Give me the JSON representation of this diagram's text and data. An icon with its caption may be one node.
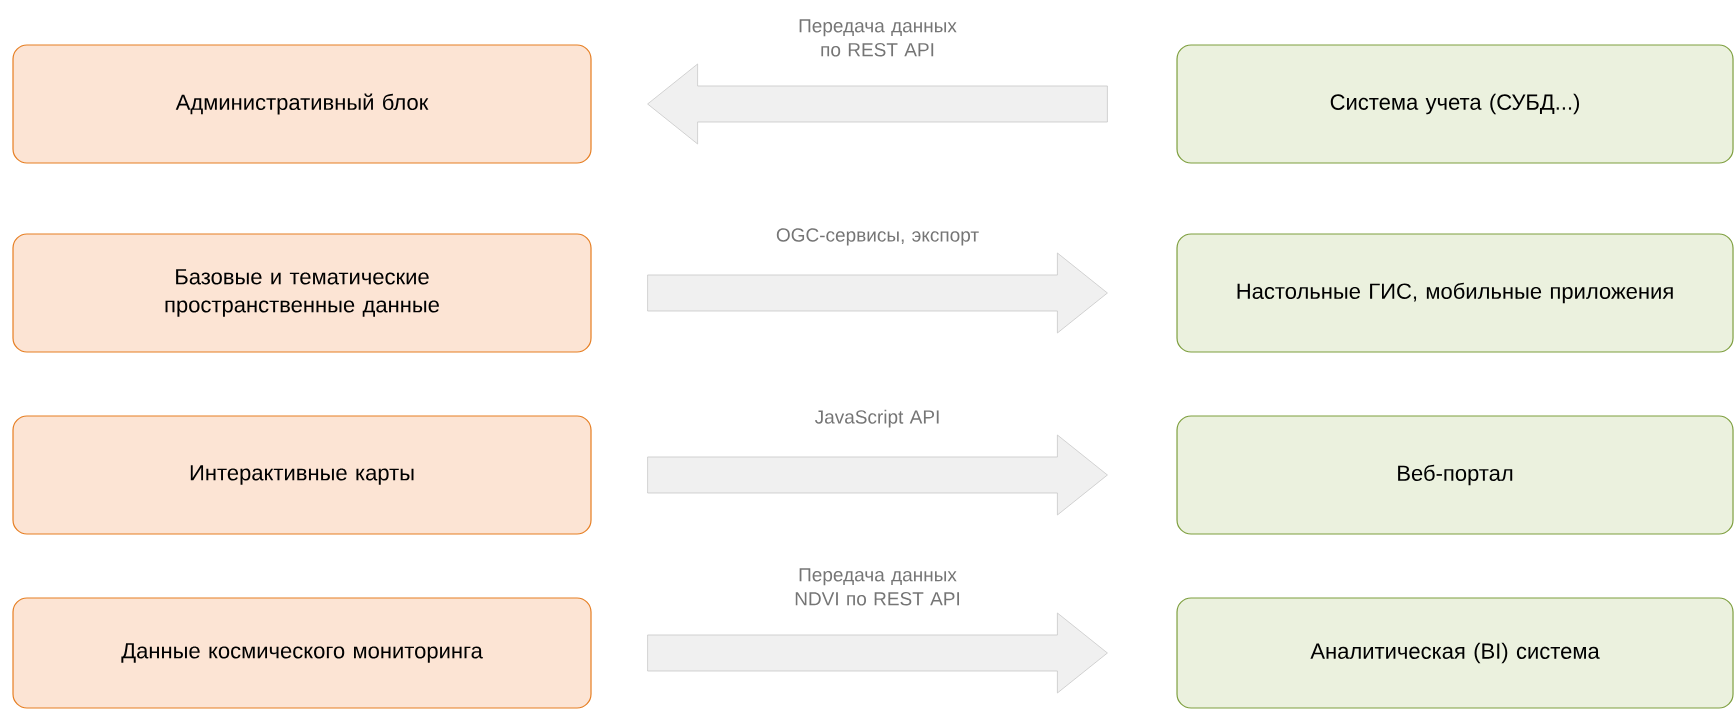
{
  "diagram": {
    "nodes": [
      {
        "text": [
          "Административный блок"
        ]
      },
      {
        "text": [
          "Система учета (СУБД...)"
        ]
      },
      {
        "text": [
          "Базовые и тематические пространственные данные"
        ]
      },
      {
        "text": [
          "Настольные ГИС, мобильные приложения"
        ]
      },
      {
        "text": [
          "Интерактивные карты"
        ]
      },
      {
        "text": [
          "Веб-портал"
        ]
      },
      {
        "text": [
          "Данные космического мониторинга"
        ]
      },
      {
        "text": [
          "Аналитическая (BI) система"
        ]
      }
    ],
    "edges": [
      {
        "from": 1,
        "to": 0,
        "arrow": "to",
        "label": "Передача данных по REST API"
      },
      {
        "from": 2,
        "to": 3,
        "arrow": "to",
        "label": "OGC-сервисы, экспорт"
      },
      {
        "from": 4,
        "to": 5,
        "arrow": "to",
        "label": "JavaScript API"
      },
      {
        "from": 6,
        "to": 7,
        "arrow": "to",
        "label": "Передача данных NDVI по REST API"
      }
    ]
  }
}
